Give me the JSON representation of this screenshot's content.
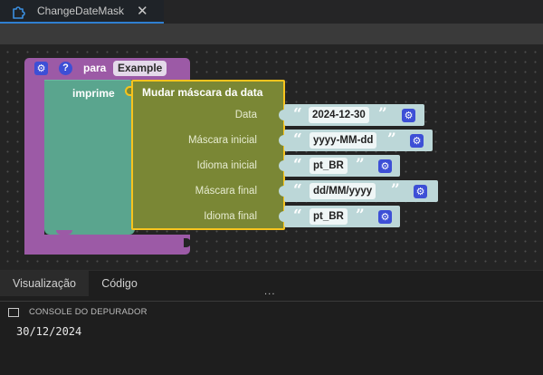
{
  "tab": {
    "title": "ChangeDateMask",
    "close": "✕"
  },
  "blocks": {
    "procedure": {
      "label": "para",
      "name": "Example",
      "gear": "⚙",
      "help": "?"
    },
    "print": {
      "label": "imprime"
    },
    "change_mask": {
      "title": "Mudar máscara da data",
      "rows": [
        {
          "label": "Data",
          "value": "2024-12-30",
          "quote_open": "“",
          "quote_close": "”"
        },
        {
          "label": "Máscara inicial",
          "value": "yyyy-MM-dd",
          "quote_open": "“",
          "quote_close": "”"
        },
        {
          "label": "Idioma inicial",
          "value": "pt_BR",
          "quote_open": "“",
          "quote_close": "”"
        },
        {
          "label": "Máscara final",
          "value": "dd/MM/yyyy",
          "quote_open": "“",
          "quote_close": "”"
        },
        {
          "label": "Idioma final",
          "value": "pt_BR",
          "quote_open": "“",
          "quote_close": "”"
        }
      ]
    }
  },
  "panel": {
    "tabs": [
      "Visualização",
      "Código"
    ],
    "active_tab": "Visualização",
    "more": "...",
    "console_title": "CONSOLE DO DEPURADOR",
    "output": "30/12/2024"
  },
  "colors": {
    "procedure": "#9c5aa6",
    "print": "#5aa58e",
    "change_mask": "#7a8735",
    "text_block": "#bcd7d8",
    "selection": "#f7c41e",
    "accent": "#2f7fd1",
    "gear_button": "#3d4fd6"
  },
  "icons": {
    "tab": "puzzle-icon",
    "gear": "gear-icon",
    "help": "help-icon",
    "console": "terminal-icon"
  }
}
